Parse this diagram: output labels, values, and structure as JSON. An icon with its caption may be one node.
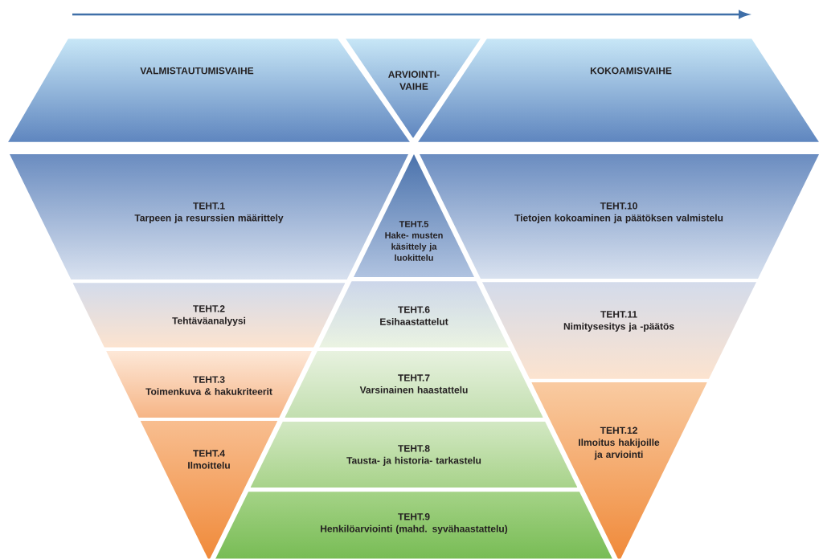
{
  "diagram": {
    "nodes": [
      {
        "text": [
          "VALMISTAUTUMISVAIHE"
        ]
      },
      {
        "text": [
          "ARVIOINTI- VAIHE"
        ]
      },
      {
        "text": [
          "KOKOAMISVAIHE"
        ]
      },
      {
        "text": [
          "TEHT.1",
          "Tarpeen ja resurssien määrittely"
        ]
      },
      {
        "text": [
          "TEHT.2",
          "Tehtäväanalyysi"
        ]
      },
      {
        "text": [
          "TEHT.3",
          "Toimenkuva & hakukriteerit"
        ]
      },
      {
        "text": [
          "TEHT.4",
          "Ilmoittelu"
        ]
      },
      {
        "text": [
          "TEHT.5",
          "Hake- musten käsittely ja luokittelu"
        ]
      },
      {
        "text": [
          "TEHT.6",
          "Esihaastattelut"
        ]
      },
      {
        "text": [
          "TEHT.7",
          "Varsinainen haastattelu"
        ]
      },
      {
        "text": [
          "TEHT.8",
          "Tausta- ja historia- tarkastelu"
        ]
      },
      {
        "text": [
          "TEHT.9",
          "Henkilöarviointi (mahd. syvähaastattelu)"
        ]
      },
      {
        "text": [
          "TEHT.10",
          "Tietojen kokoaminen ja päätöksen valmistelu"
        ]
      },
      {
        "text": [
          "TEHT.11",
          "Nimitysesitys ja -päätös"
        ]
      },
      {
        "text": [
          "TEHT.12",
          "Ilmoitus hakijoille ja arviointi"
        ]
      }
    ]
  }
}
